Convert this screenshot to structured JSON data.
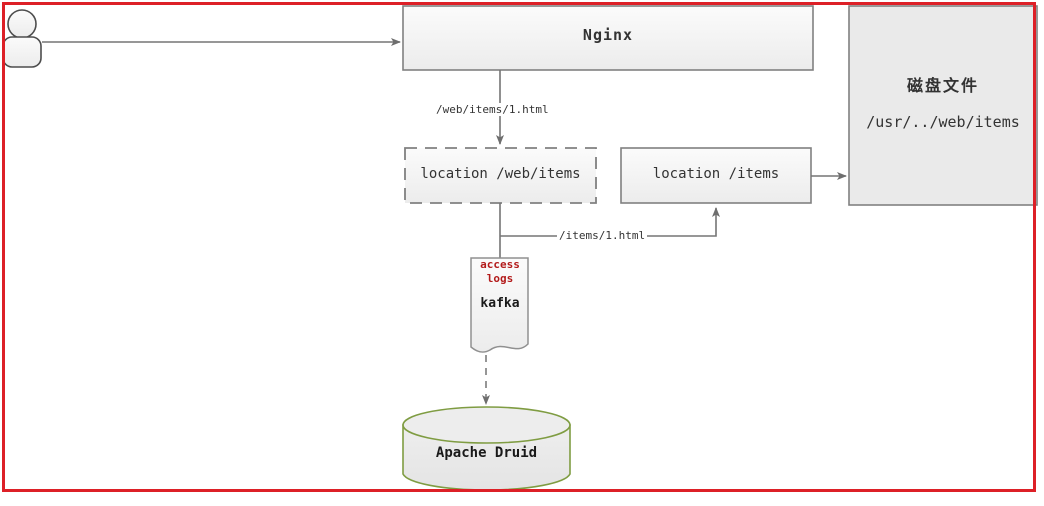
{
  "diagram": {
    "frame_color": "#dd2027",
    "background": "#ffffff",
    "nodes": {
      "actor": {
        "name": "user-actor",
        "label": ""
      },
      "nginx": {
        "label": "Nginx",
        "fill": "#f2f2f2",
        "stroke": "#808080"
      },
      "disk_file": {
        "title": "磁盘文件",
        "path": "/usr/../web/items",
        "fill": "#eaeaea",
        "stroke": "#808080"
      },
      "location_web_items": {
        "label": "location /web/items",
        "fill": "#f2f2f2",
        "stroke": "#808080",
        "style": "dashed"
      },
      "location_items": {
        "label": "location /items",
        "fill": "#f2f2f2",
        "stroke": "#808080",
        "style": "solid"
      },
      "kafka_logs": {
        "title": "access\nlogs",
        "title_color": "#b31b1b",
        "label": "kafka",
        "fill": "#f2f2f2",
        "stroke": "#808080",
        "shape": "document"
      },
      "apache_druid": {
        "label": "Apache Druid",
        "fill": "#e8e8e8",
        "stroke": "#7f9c42",
        "shape": "cylinder"
      }
    },
    "edges": {
      "actor_to_nginx": {
        "label": ""
      },
      "nginx_to_location_web": {
        "label": "/web/items/1.html"
      },
      "location_web_to_location_items": {
        "label": "/items/1.html"
      },
      "location_items_to_disk": {
        "label": ""
      },
      "location_web_to_kafka": {
        "label": ""
      },
      "kafka_to_druid": {
        "label": ""
      }
    }
  }
}
